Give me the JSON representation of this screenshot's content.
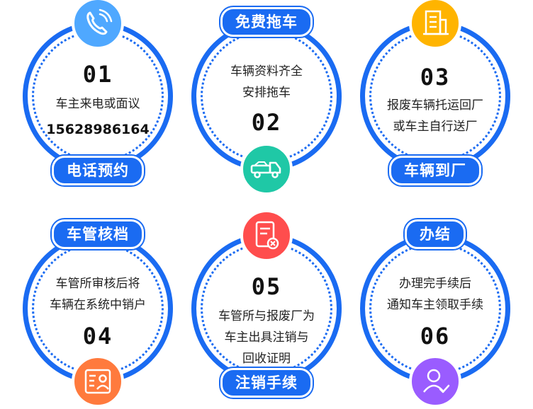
{
  "colors": {
    "ring": "#1a6bf2",
    "label_bg": "#1a6bf2",
    "phone_badge": "#4fa8ff",
    "building_badge": "#ffb400",
    "truck_badge": "#1fc8a6",
    "document_badge": "#ff4d4d",
    "form_badge": "#ff7a3d",
    "user_badge": "#9a5cff"
  },
  "steps": [
    {
      "number": "01",
      "label": "电话预约",
      "lines": [
        "车主来电或面议"
      ],
      "phone": "15628986164",
      "icon": "phone-icon"
    },
    {
      "number": "02",
      "label": "免费拖车",
      "lines": [
        "车辆资料齐全",
        "安排拖车"
      ],
      "icon": "truck-icon"
    },
    {
      "number": "03",
      "label": "车辆到厂",
      "lines": [
        "报废车辆托运回厂",
        "或车主自行送厂"
      ],
      "icon": "building-icon"
    },
    {
      "number": "04",
      "label": "车管核档",
      "lines": [
        "车管所审核后将",
        "车辆在系统中销户"
      ],
      "icon": "form-icon"
    },
    {
      "number": "05",
      "label": "注销手续",
      "lines": [
        "车管所与报废厂为",
        "车主出具注销与",
        "回收证明"
      ],
      "icon": "document-cancel-icon"
    },
    {
      "number": "06",
      "label": "办结",
      "lines": [
        "办理完手续后",
        "通知车主领取手续"
      ],
      "icon": "user-check-icon"
    }
  ]
}
